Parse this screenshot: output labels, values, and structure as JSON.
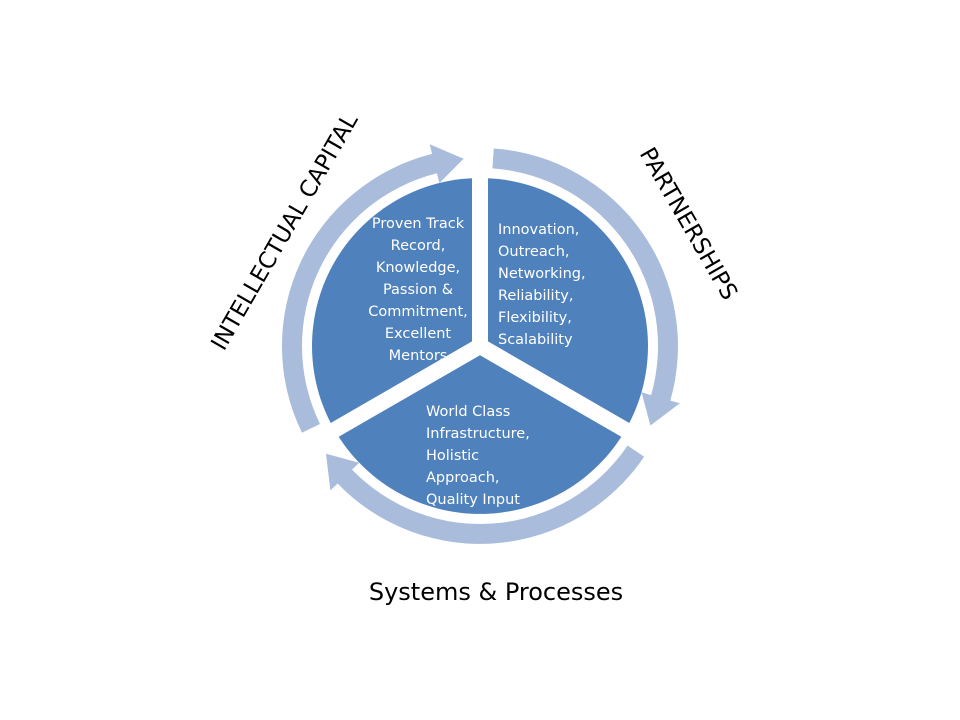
{
  "diagram": {
    "colors": {
      "segment_fill": "#4f81bd",
      "arrow_fill": "#a9bcdc",
      "segment_text": "#ffffff",
      "label_text": "#000000"
    },
    "segments": [
      {
        "lines": [
          "Proven Track",
          "Record,",
          "Knowledge,",
          "Passion &",
          "Commitment,",
          "Excellent",
          "Mentors"
        ]
      },
      {
        "lines": [
          "Innovation,",
          "Outreach,",
          "Networking,",
          "Reliability,",
          "Flexibility,",
          "Scalability"
        ]
      },
      {
        "lines": [
          "World Class",
          "Infrastructure,",
          "Holistic",
          "Approach,",
          "Quality Input"
        ]
      }
    ],
    "outer_labels": {
      "intellectual_capital": "INTELLECTUAL CAPITAL",
      "partnerships": "PARTNERSHIPS",
      "systems_processes": "Systems & Processes"
    }
  }
}
